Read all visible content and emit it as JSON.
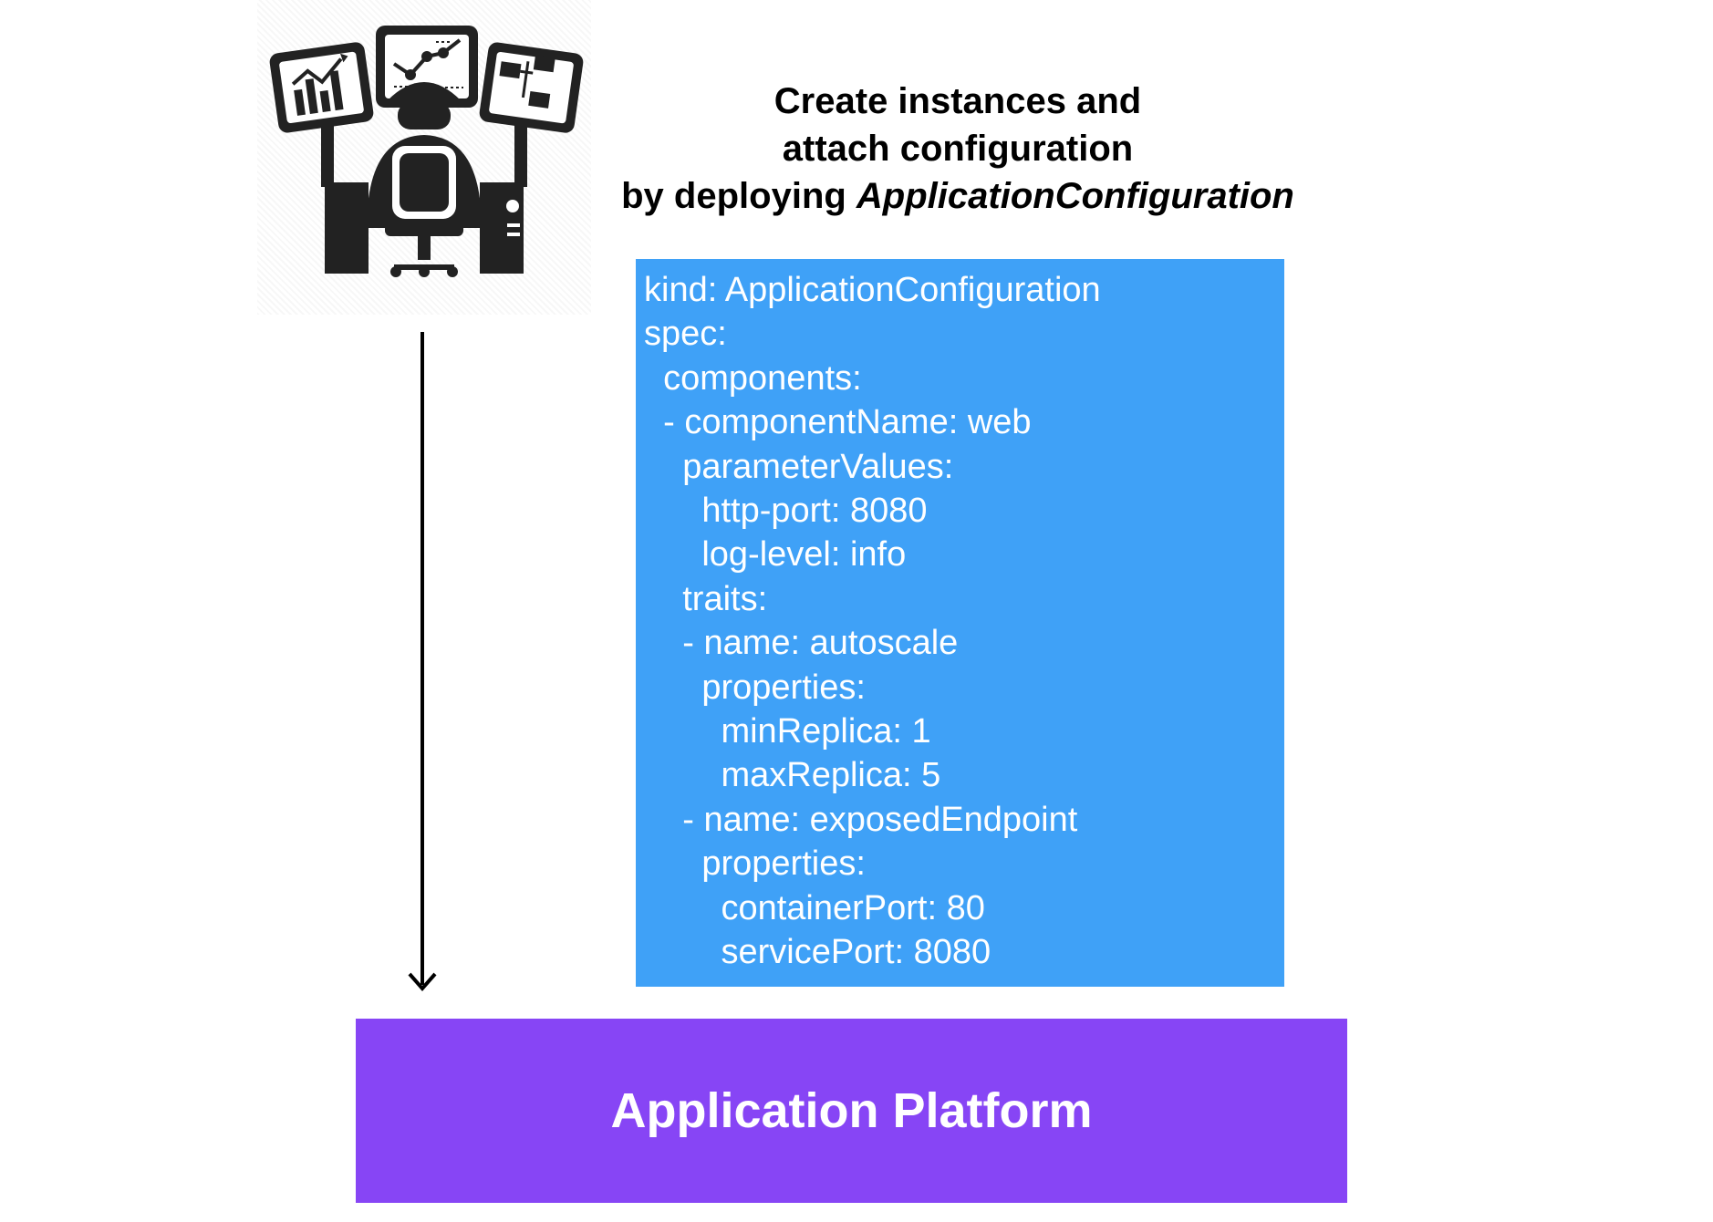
{
  "operator": {
    "icon": "operator-at-monitors-icon"
  },
  "heading": {
    "line1": "Create instances and",
    "line2": "attach configuration",
    "line3_prefix": "by deploying ",
    "line3_emphasis": "ApplicationConfiguration"
  },
  "flow_arrow": {
    "icon": "down-arrow-icon"
  },
  "yaml": {
    "lines": [
      "kind: ApplicationConfiguration",
      "spec:",
      "  components:",
      "  - componentName: web",
      "    parameterValues:",
      "      http-port: 8080",
      "      log-level: info",
      "    traits:",
      "    - name: autoscale",
      "      properties:",
      "        minReplica: 1",
      "        maxReplica: 5",
      "    - name: exposedEndpoint",
      "      properties:",
      "        containerPort: 80",
      "        servicePort: 8080"
    ]
  },
  "platform": {
    "label": "Application Platform"
  },
  "colors": {
    "yaml_box": "#3fa1f7",
    "platform_box": "#8745f5",
    "text_on_boxes": "#ffffff",
    "heading_text": "#000000"
  }
}
